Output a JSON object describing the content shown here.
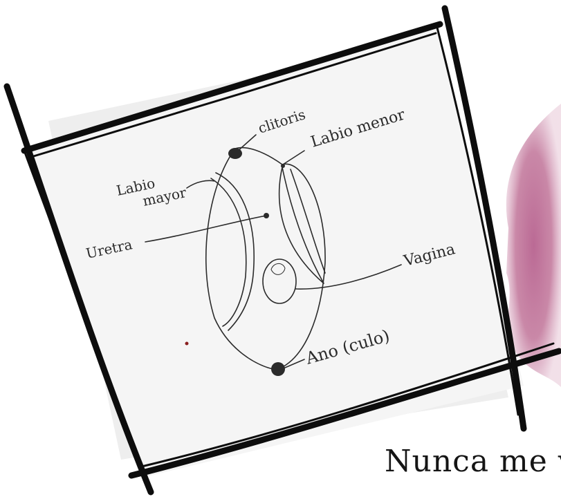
{
  "diagram": {
    "labels": {
      "clitoris": "clitoris",
      "labio_menor": "Labio menor",
      "labio_mayor_line1": "Labio",
      "labio_mayor_line2": "mayor",
      "uretra": "Uretra",
      "vagina": "Vagina",
      "ano": "Ano (culo)"
    },
    "colors": {
      "ink": "#2b2b2b",
      "frame": "#0d0d0d",
      "stain": "#b7628f"
    }
  },
  "caption": {
    "text": "Nunca me v"
  }
}
